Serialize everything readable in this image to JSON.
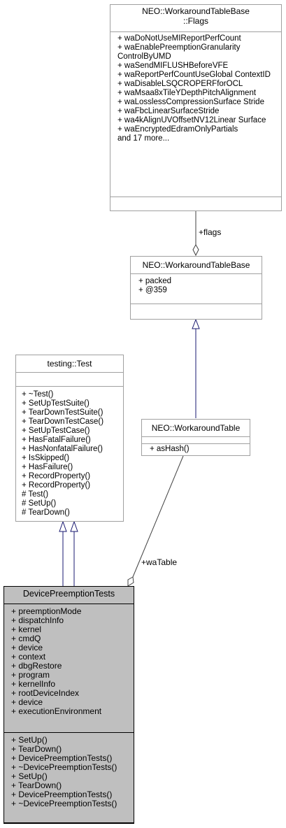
{
  "nodes": {
    "flags": {
      "title_lines": [
        "NEO::WorkaroundTableBase",
        "::Flags"
      ],
      "attributes": [
        "+ waDoNotUseMIReportPerfCount",
        "+ waEnablePreemptionGranularity ControlByUMD",
        "+ waSendMIFLUSHBeforeVFE",
        "+ waReportPerfCountUseGlobal ContextID",
        "+ waDisableLSQCROPERFforOCL",
        "+ waMsaa8xTileYDepthPitchAlignment",
        "+ waLosslessCompressionSurface Stride",
        "+ waFbcLinearSurfaceStride",
        "+ wa4kAlignUVOffsetNV12Linear Surface",
        "+ waEncryptedEdramOnlyPartials",
        "and 17 more..."
      ],
      "methods": []
    },
    "table_base": {
      "title": "NEO::WorkaroundTableBase",
      "attributes": [
        "+ packed",
        "+ @359"
      ],
      "methods": []
    },
    "testing_test": {
      "title": "testing::Test",
      "attributes": [],
      "methods": [
        "+ ~Test()",
        "+ SetUpTestSuite()",
        "+ TearDownTestSuite()",
        "+ TearDownTestCase()",
        "+ SetUpTestCase()",
        "+ HasFatalFailure()",
        "+ HasNonfatalFailure()",
        "+ IsSkipped()",
        "+ HasFailure()",
        "+ RecordProperty()",
        "+ RecordProperty()",
        "# Test()",
        "# SetUp()",
        "# TearDown()"
      ]
    },
    "workaround_table": {
      "title": "NEO::WorkaroundTable",
      "attributes": [],
      "methods": [
        "+ asHash()"
      ]
    },
    "device_preemption_tests": {
      "title": "DevicePreemptionTests",
      "attributes": [
        "+ preemptionMode",
        "+ dispatchInfo",
        "+ kernel",
        "+ cmdQ",
        "+ device",
        "+ context",
        "+ dbgRestore",
        "+ program",
        "+ kernelInfo",
        "+ rootDeviceIndex",
        "+ device",
        "+ executionEnvironment"
      ],
      "methods": [
        "+ SetUp()",
        "+ TearDown()",
        "+ DevicePreemptionTests()",
        "+ ~DevicePreemptionTests()",
        "+ SetUp()",
        "+ TearDown()",
        "+ DevicePreemptionTests()",
        "+ ~DevicePreemptionTests()"
      ]
    }
  },
  "edges": {
    "flags_label": "+flags",
    "watable_label": "+waTable"
  },
  "colors": {
    "inheritance": "#191970",
    "association": "#404040",
    "main_fill": "#bfbfbf",
    "box_border": "#a0a0a0"
  }
}
